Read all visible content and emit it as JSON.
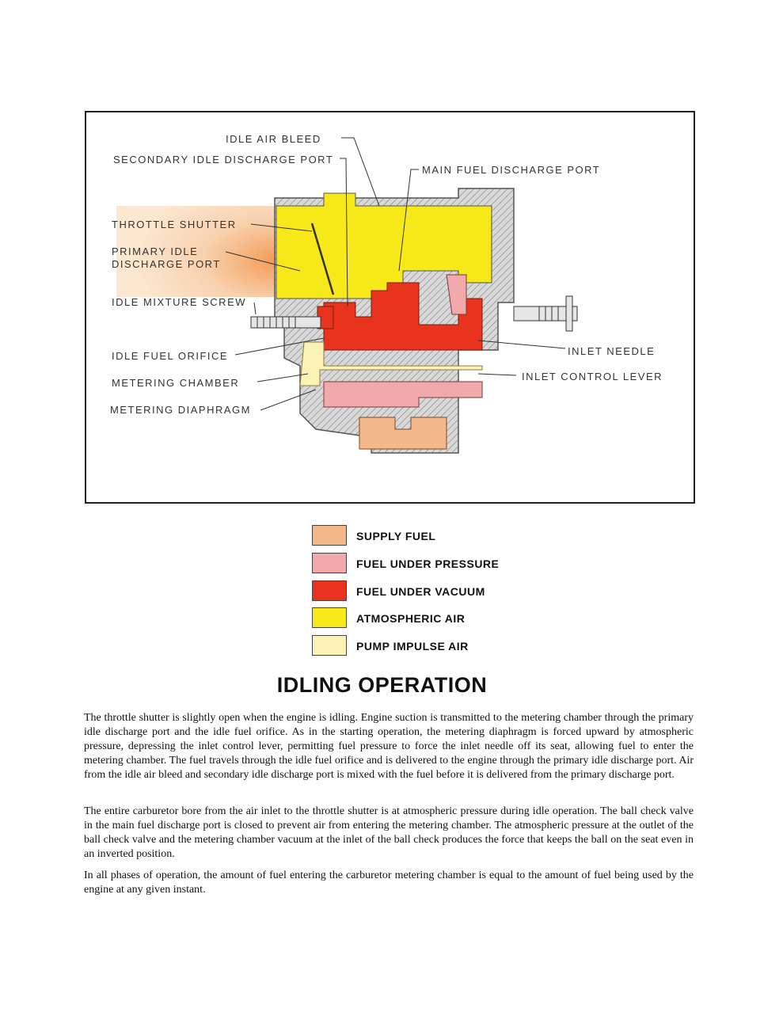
{
  "diagram": {
    "labels": {
      "idle_air_bleed": "IDLE AIR BLEED",
      "secondary_idle_discharge_port": "SECONDARY IDLE DISCHARGE PORT",
      "main_fuel_discharge_port": "MAIN FUEL DISCHARGE PORT",
      "throttle_shutter": "THROTTLE SHUTTER",
      "primary_idle_line1": "PRIMARY IDLE",
      "primary_idle_line2": "DISCHARGE PORT",
      "idle_mixture_screw": "IDLE MIXTURE SCREW",
      "idle_fuel_orifice": "IDLE FUEL ORIFICE",
      "metering_chamber": "METERING CHAMBER",
      "metering_diaphragm": "METERING DIAPHRAGM",
      "inlet_needle": "INLET NEEDLE",
      "inlet_control_lever": "INLET CONTROL LEVER"
    }
  },
  "legend": [
    {
      "label": "SUPPLY FUEL",
      "color": "#f3b98a"
    },
    {
      "label": "FUEL UNDER PRESSURE",
      "color": "#f2a9ab"
    },
    {
      "label": "FUEL UNDER VACUUM",
      "color": "#e8341e"
    },
    {
      "label": "ATMOSPHERIC AIR",
      "color": "#f7e81a"
    },
    {
      "label": "PUMP IMPULSE AIR",
      "color": "#fbf3b6"
    }
  ],
  "title": "IDLING OPERATION",
  "paragraphs": [
    "The throttle shutter is slightly open when the engine is idling. Engine suction is transmitted to the metering chamber through the primary idle discharge port and the idle fuel orifice. As in the starting operation, the metering diaphragm is forced upward by atmospheric pressure, depressing the inlet control lever, permitting fuel pressure to force the inlet needle off its seat, allowing fuel to enter the metering chamber. The fuel travels through the idle fuel orifice and is delivered to the engine through the primary idle discharge port. Air from the idle air bleed and secondary idle discharge port is mixed with the fuel before it is delivered from the primary discharge port.",
    "The entire carburetor bore from the air inlet to the throttle shutter is at atmospheric pressure during idle operation. The ball check valve in the main fuel discharge port is closed to prevent air from entering the metering chamber. The atmospheric pressure at the outlet of the ball check valve and the metering chamber vacuum at the inlet of the ball check produces the force that keeps the ball on the seat even in an inverted position.",
    "In all phases of operation, the amount of fuel entering the carburetor metering chamber is equal to the amount of fuel being used by the engine at any given instant."
  ]
}
